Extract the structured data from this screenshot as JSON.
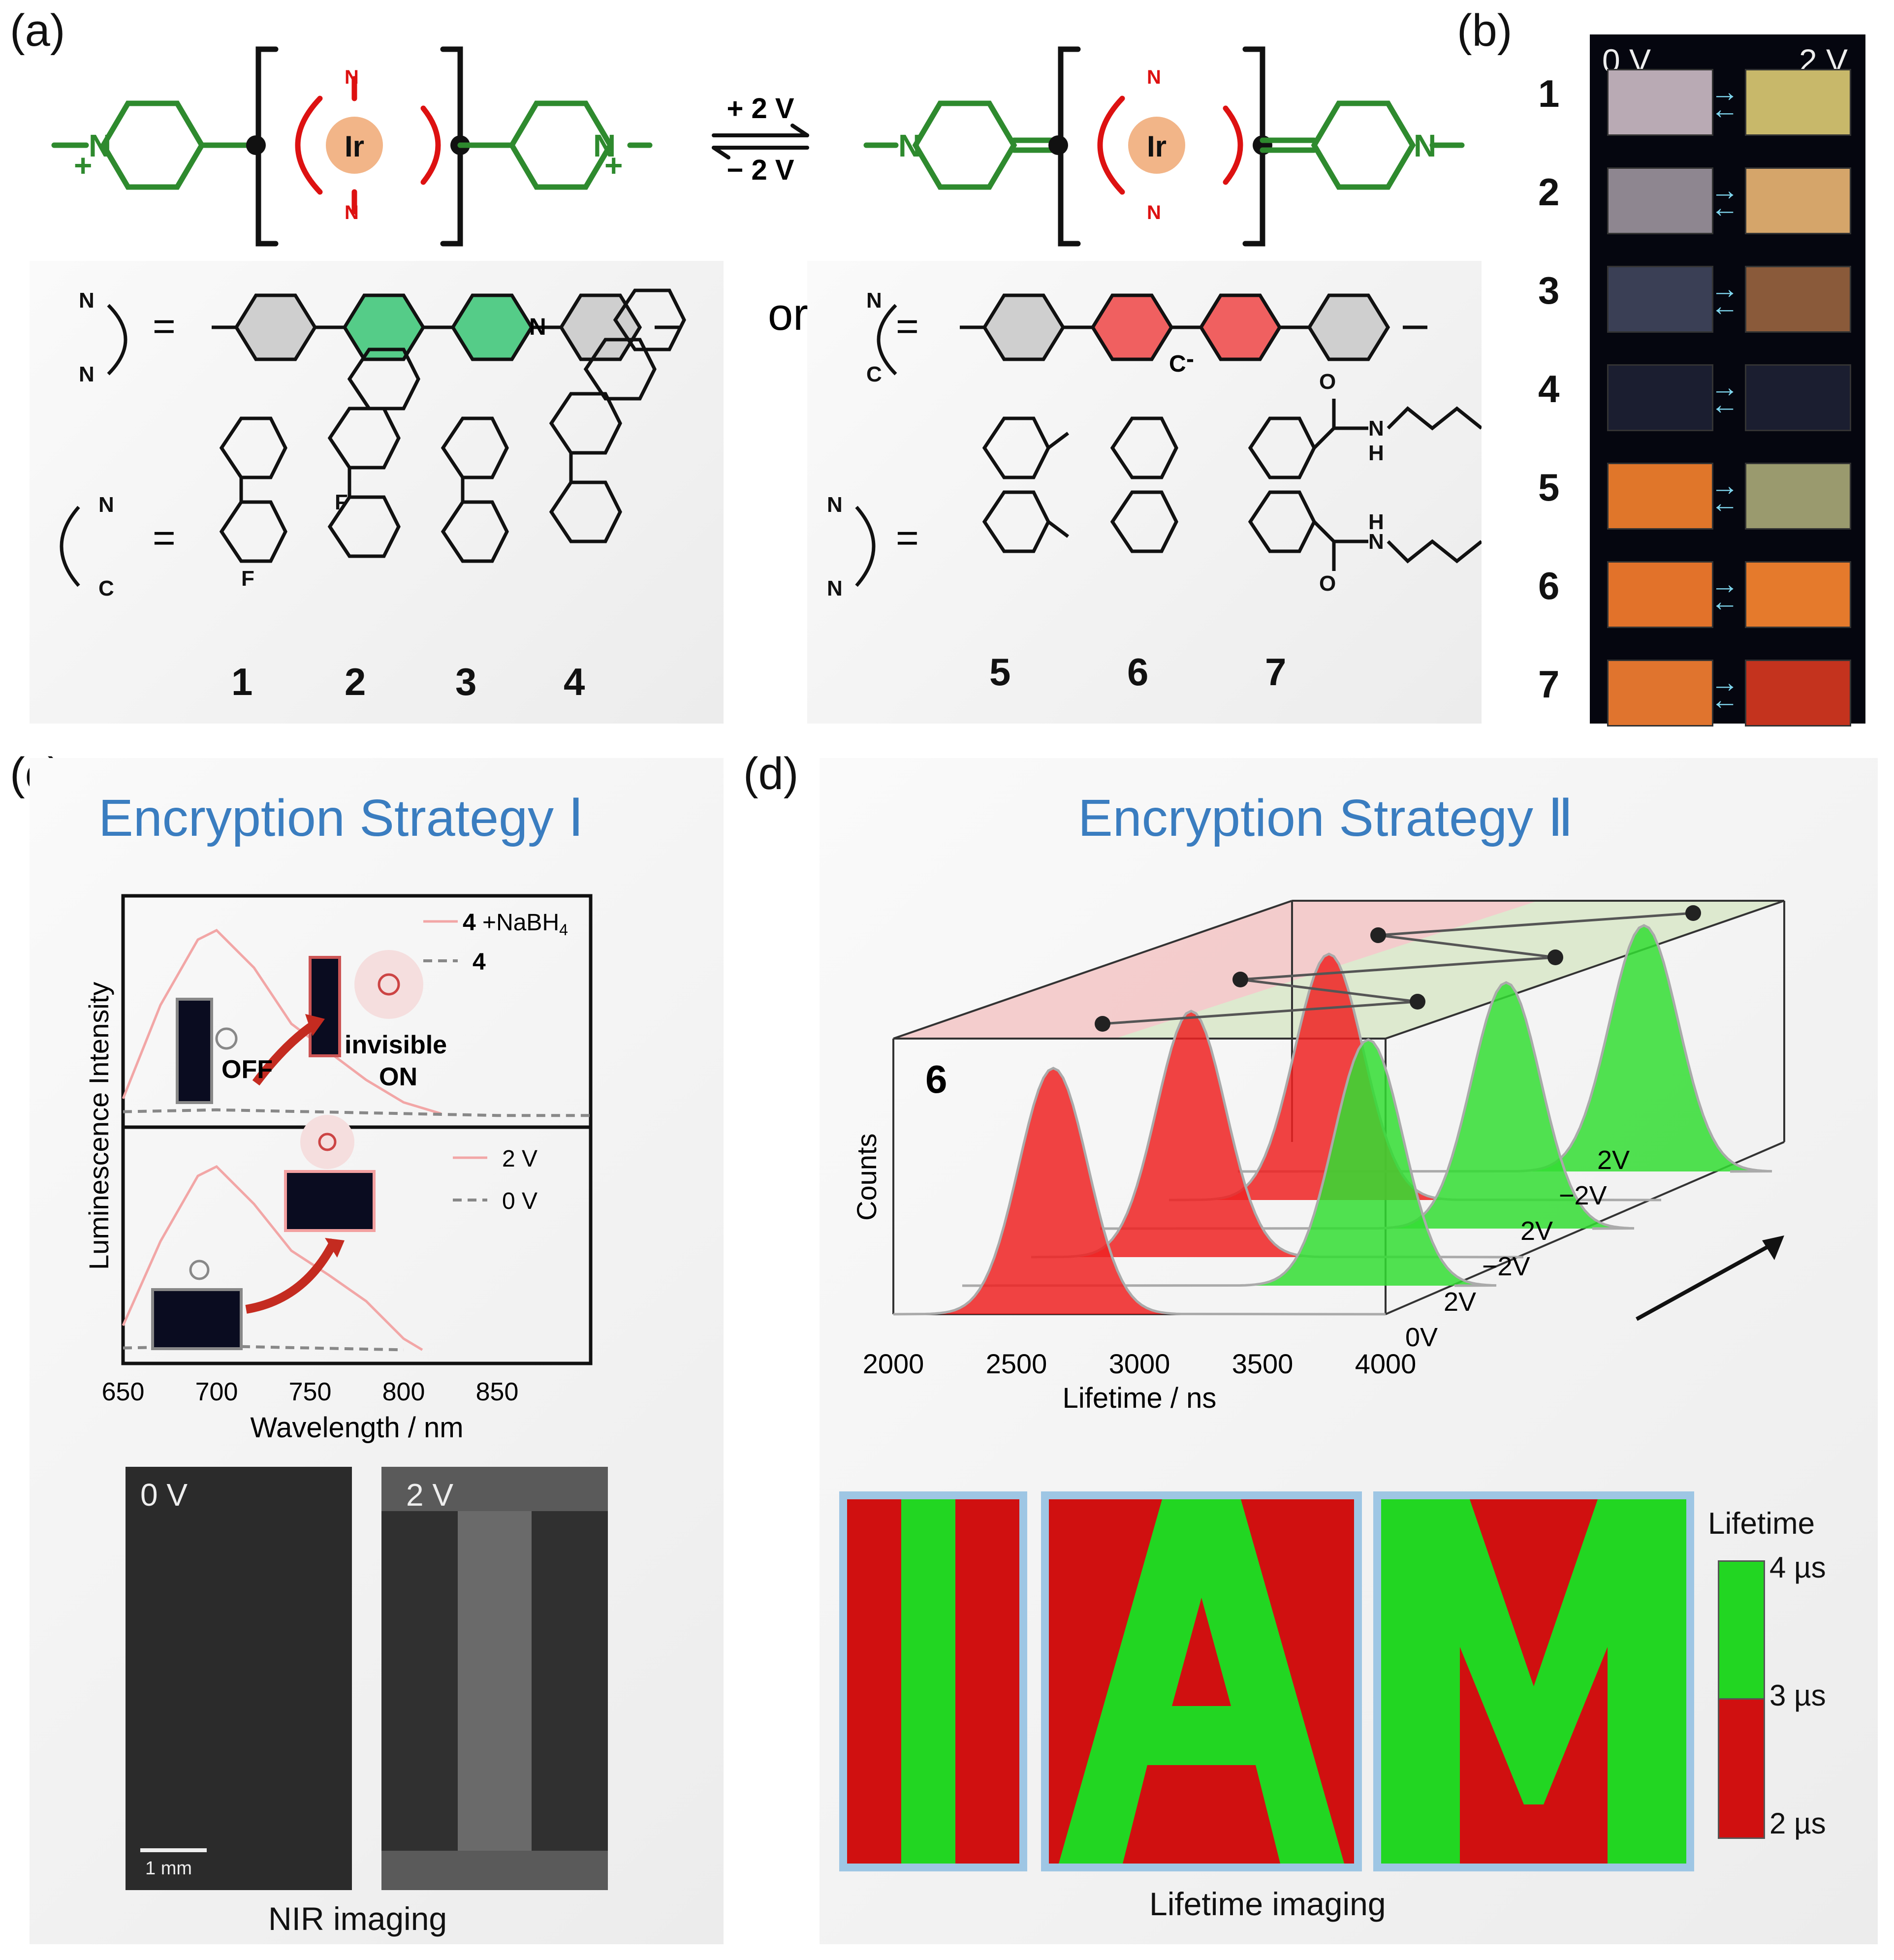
{
  "panels": {
    "a": {
      "label": "(a)",
      "metal": "Ir",
      "forward": "+ 2 V",
      "reverse": "− 2 V",
      "or_word": "or",
      "equals": "=",
      "atoms": {
        "N": "N",
        "C": "C",
        "F": "F",
        "H": "H",
        "O": "O",
        "plus": "+",
        "minus": "-"
      },
      "left_compounds": [
        "1",
        "2",
        "3",
        "4"
      ],
      "right_compounds": [
        "5",
        "6",
        "7"
      ]
    },
    "b": {
      "label": "(b)",
      "col_0v": "0 V",
      "col_2v": "2 V",
      "rows": [
        {
          "id": "1",
          "left": "#b9aab4",
          "right": "#c8b86a"
        },
        {
          "id": "2",
          "left": "#8e8690",
          "right": "#d5a56a"
        },
        {
          "id": "3",
          "left": "#3a3f55",
          "right": "#8a5a3a"
        },
        {
          "id": "4",
          "left": "#1b1e30",
          "right": "#1b1e30"
        },
        {
          "id": "5",
          "left": "#e0762a",
          "right": "#9a9a6e"
        },
        {
          "id": "6",
          "left": "#e2722a",
          "right": "#e57a2c"
        },
        {
          "id": "7",
          "left": "#e0742e",
          "right": "#c4331e"
        }
      ]
    },
    "c": {
      "label": "(c)",
      "title": "Encryption Strategy Ⅰ",
      "legend_top": [
        {
          "name": "4 +NaBH4",
          "bold": "4",
          "rest": " +NaBH",
          "sub": "4"
        },
        {
          "name": "4"
        }
      ],
      "legend_bottom": [
        "2 V",
        "0 V"
      ],
      "ylabel": "Luminescence Intensity",
      "xlabel": "Wavelength / nm",
      "xticks": [
        "650",
        "700",
        "750",
        "800",
        "850"
      ],
      "annotations": {
        "off": "OFF",
        "invisible": "invisible",
        "on": "ON"
      },
      "nir": {
        "left": "0 V",
        "right": "2 V",
        "scale": "1 mm",
        "caption": "NIR imaging"
      }
    },
    "d": {
      "label": "(d)",
      "title": "Encryption Strategy Ⅱ",
      "compound": "6",
      "ylabel": "Counts",
      "xlabel": "Lifetime / ns",
      "xticks": [
        "2000",
        "2500",
        "3000",
        "3500",
        "4000"
      ],
      "depth_labels": [
        "0V",
        "2V",
        "−2V",
        "2V",
        "−2V",
        "2V"
      ],
      "caption": "Lifetime imaging",
      "colorbar": {
        "title": "Lifetime",
        "ticks": [
          "4 µs",
          "3 µs",
          "2 µs"
        ],
        "colors": [
          "#00dd00",
          "#dd0000"
        ]
      }
    }
  },
  "chart_data": [
    {
      "type": "line",
      "panel": "c-top",
      "xlabel": "Wavelength / nm",
      "ylabel": "Luminescence Intensity",
      "xlim": [
        650,
        900
      ],
      "series": [
        {
          "name": "4 +NaBH4",
          "x": [
            650,
            670,
            690,
            700,
            720,
            740,
            760,
            780,
            800,
            820
          ],
          "y": [
            0.1,
            0.6,
            0.95,
            1.0,
            0.8,
            0.5,
            0.35,
            0.2,
            0.08,
            0.02
          ]
        },
        {
          "name": "4",
          "x": [
            650,
            700,
            750,
            800,
            850,
            900
          ],
          "y": [
            0.03,
            0.04,
            0.03,
            0.02,
            0.01,
            0.01
          ]
        }
      ]
    },
    {
      "type": "line",
      "panel": "c-bottom",
      "xlabel": "Wavelength / nm",
      "xlim": [
        650,
        900
      ],
      "series": [
        {
          "name": "2 V",
          "x": [
            650,
            670,
            690,
            700,
            720,
            740,
            760,
            780,
            800,
            810
          ],
          "y": [
            0.15,
            0.6,
            0.95,
            1.0,
            0.8,
            0.55,
            0.42,
            0.28,
            0.08,
            0.02
          ]
        },
        {
          "name": "0 V",
          "x": [
            650,
            700,
            750,
            800
          ],
          "y": [
            0.03,
            0.04,
            0.03,
            0.02
          ]
        }
      ]
    },
    {
      "type": "area",
      "panel": "d",
      "xlabel": "Lifetime / ns",
      "ylabel": "Counts",
      "xlim": [
        2000,
        4000
      ],
      "series": [
        {
          "name": "0V",
          "peak_lifetime": 2650,
          "color": "#ee2222"
        },
        {
          "name": "2V",
          "peak_lifetime": 3650,
          "color": "#33dd33"
        },
        {
          "name": "−2V",
          "peak_lifetime": 2650,
          "color": "#ee2222"
        },
        {
          "name": "2V",
          "peak_lifetime": 3650,
          "color": "#33dd33"
        },
        {
          "name": "−2V",
          "peak_lifetime": 2650,
          "color": "#ee2222"
        },
        {
          "name": "2V",
          "peak_lifetime": 3650,
          "color": "#33dd33"
        }
      ]
    }
  ]
}
